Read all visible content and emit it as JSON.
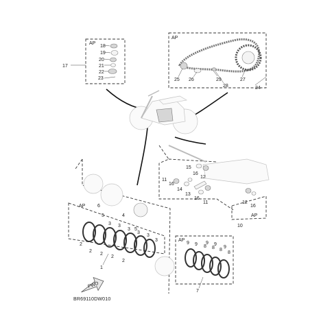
{
  "labels": {
    "chain_group": [
      "25",
      "26",
      "28",
      "29",
      "27",
      "24"
    ],
    "kit_group": [
      "18",
      "19",
      "20",
      "21",
      "22",
      "23",
      "17"
    ],
    "sprocket_group": [
      "15",
      "16",
      "12",
      "11",
      "16",
      "14",
      "13",
      "16",
      "11",
      "12",
      "16",
      "10"
    ],
    "clutch_group": [
      "6",
      "5",
      "4",
      "3",
      "3",
      "5",
      "3",
      "3",
      "3",
      "3",
      "2",
      "2",
      "2",
      "2",
      "2",
      "1"
    ],
    "plate_group": [
      "9",
      "9",
      "8",
      "9",
      "8",
      "9",
      "8",
      "9",
      "8",
      "7"
    ]
  },
  "ap_tags": [
    "AP",
    "AP",
    "AP",
    "AP",
    "AP"
  ],
  "fwd_label": "FWD",
  "diagram_code": "BR69110DW010"
}
